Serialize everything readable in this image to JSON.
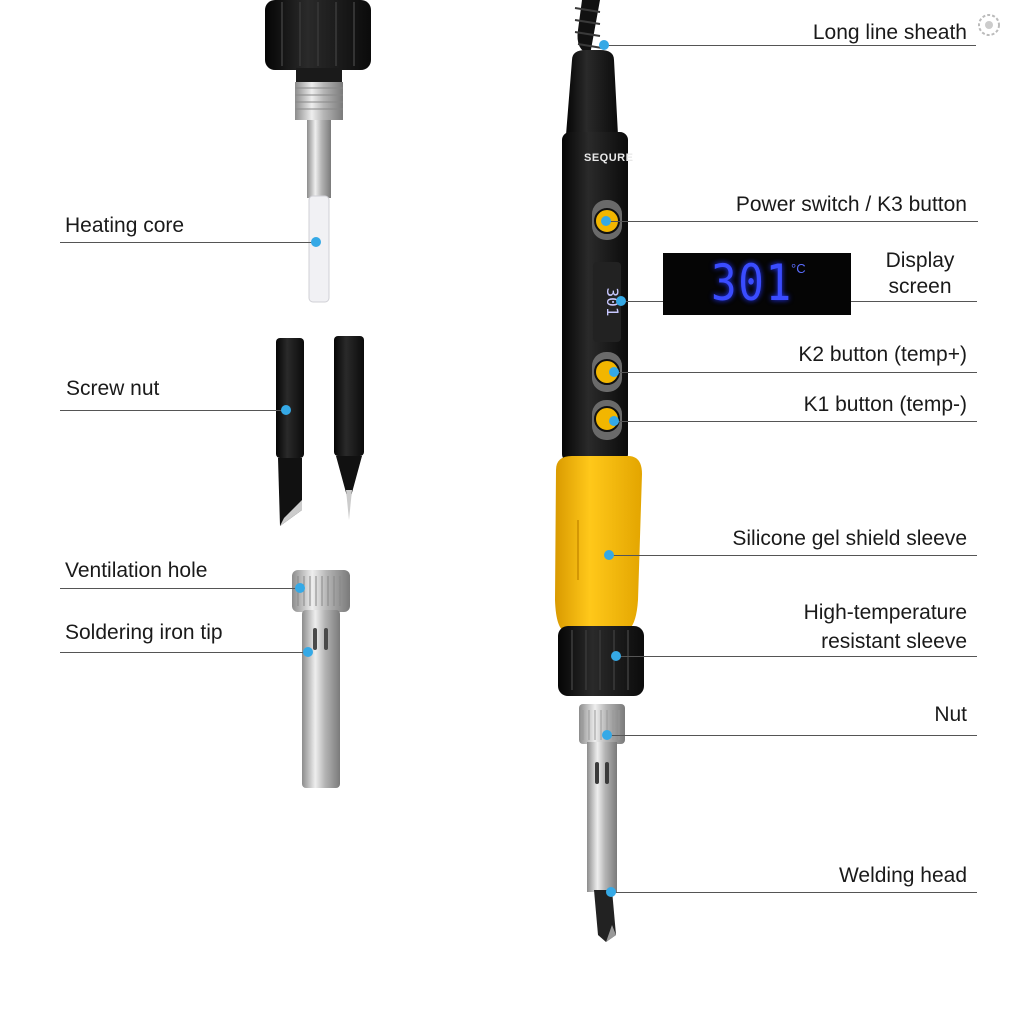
{
  "display": {
    "temperature": "301",
    "unit": "°C"
  },
  "brand": "SEQURE",
  "labels": {
    "long_line_sheath": "Long line sheath",
    "power_switch": "Power switch / K3 button",
    "display_screen": "Display\nscreen",
    "k2_button": "K2 button (temp+)",
    "k1_button": "K1 button (temp-)",
    "silicone_sleeve": "Silicone gel shield sleeve",
    "high_temp_sleeve": "High-temperature\nresistant sleeve",
    "nut": "Nut",
    "welding_head": "Welding head",
    "heating_core": "Heating core",
    "screw_nut": "Screw nut",
    "ventilation_hole": "Ventilation hole",
    "soldering_iron_tip": "Soldering iron tip"
  },
  "colors": {
    "accent": "#f5c000",
    "marker": "#35a9e6",
    "lcd_digits": "#3a4cff",
    "body": "#151515"
  }
}
